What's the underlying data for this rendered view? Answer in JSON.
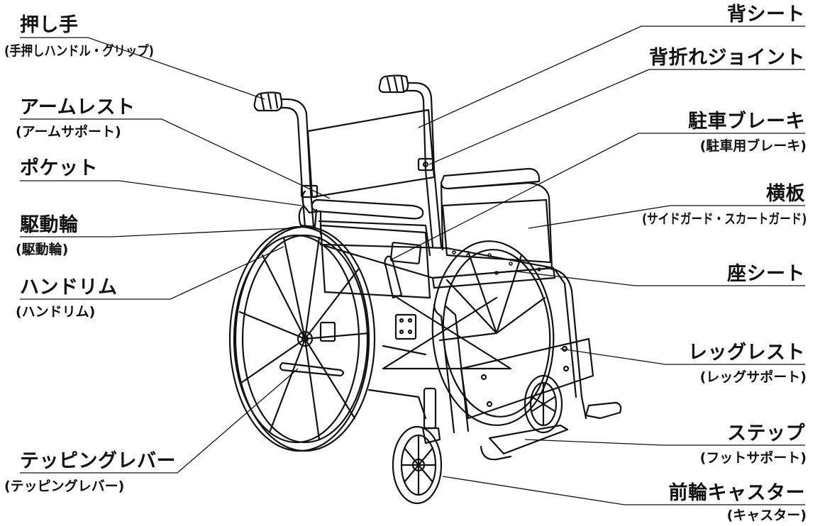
{
  "labels": {
    "oshite": {
      "main": "押し手",
      "sub": "(手押しハンドル・グリップ)"
    },
    "armrest": {
      "main": "アームレスト",
      "sub": "(アームサポート)"
    },
    "pocket": {
      "main": "ポケット"
    },
    "kudourin": {
      "main": "駆動輪",
      "sub": "(駆動輪)"
    },
    "handrim": {
      "main": "ハンドリム",
      "sub": "(ハンドリム)"
    },
    "tipping": {
      "main": "テッピングレバー",
      "sub": "(テッピングレバー)"
    },
    "seboard": {
      "main": "背シート"
    },
    "joint": {
      "main": "背折れジョイント"
    },
    "brake": {
      "main": "駐車ブレーキ",
      "sub": "(駐車用ブレーキ)"
    },
    "yokoita": {
      "main": "横板",
      "sub": "(サイドガード・スカートガード)"
    },
    "zaseat": {
      "main": "座シート"
    },
    "legrest": {
      "main": "レッグレスト",
      "sub": "(レッグサポート)"
    },
    "step": {
      "main": "ステップ",
      "sub": "(フットサポート)"
    },
    "caster": {
      "main": "前輪キャスター",
      "sub": "(キャスター)"
    }
  }
}
